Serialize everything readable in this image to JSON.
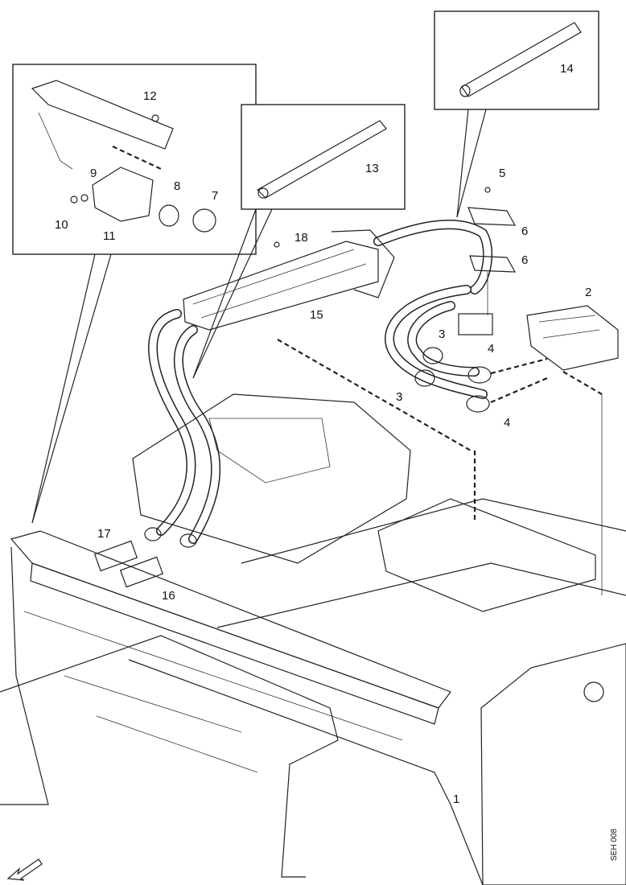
{
  "callouts": {
    "c1": "1",
    "c2": "2",
    "c3a": "3",
    "c3b": "3",
    "c4a": "4",
    "c4b": "4",
    "c5": "5",
    "c6a": "6",
    "c6b": "6",
    "c7": "7",
    "c8": "8",
    "c9": "9",
    "c10": "10",
    "c11": "11",
    "c12": "12",
    "c13": "13",
    "c14": "14",
    "c15": "15",
    "c16": "16",
    "c17": "17",
    "c18": "18"
  },
  "figure_id": "SEH 008"
}
